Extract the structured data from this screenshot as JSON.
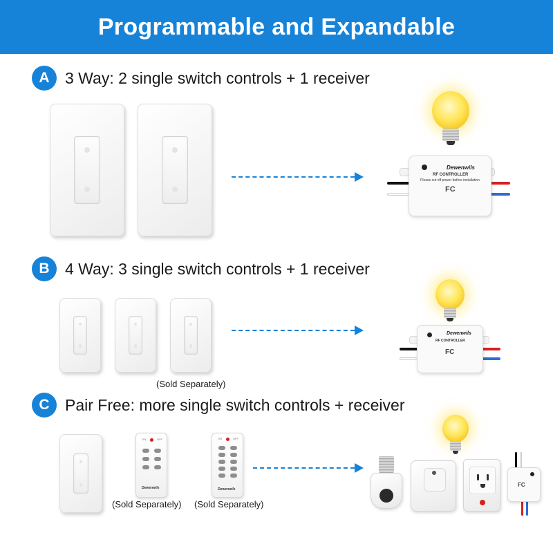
{
  "banner": {
    "title": "Programmable and Expandable"
  },
  "sections": [
    {
      "badge": "A",
      "title": "3 Way: 2 single switch controls + 1 receiver"
    },
    {
      "badge": "B",
      "title": "4 Way: 3 single switch controls + 1 receiver",
      "note": "(Sold Separately)"
    },
    {
      "badge": "C",
      "title": "Pair Free: more single switch controls + receiver",
      "notes": [
        "(Sold Separately)",
        "(Sold Separately)"
      ]
    }
  ],
  "receiver": {
    "brand": "Dewenwils",
    "title": "RF CONTROLLER",
    "subtitle": "Please cut off power before installation",
    "cert": "FC"
  },
  "remote": {
    "brand": "Dewenwils",
    "button_labels": [
      "ON",
      "OFF"
    ]
  },
  "colors": {
    "accent": "#1683d8",
    "bulb": "#ffe65a"
  }
}
